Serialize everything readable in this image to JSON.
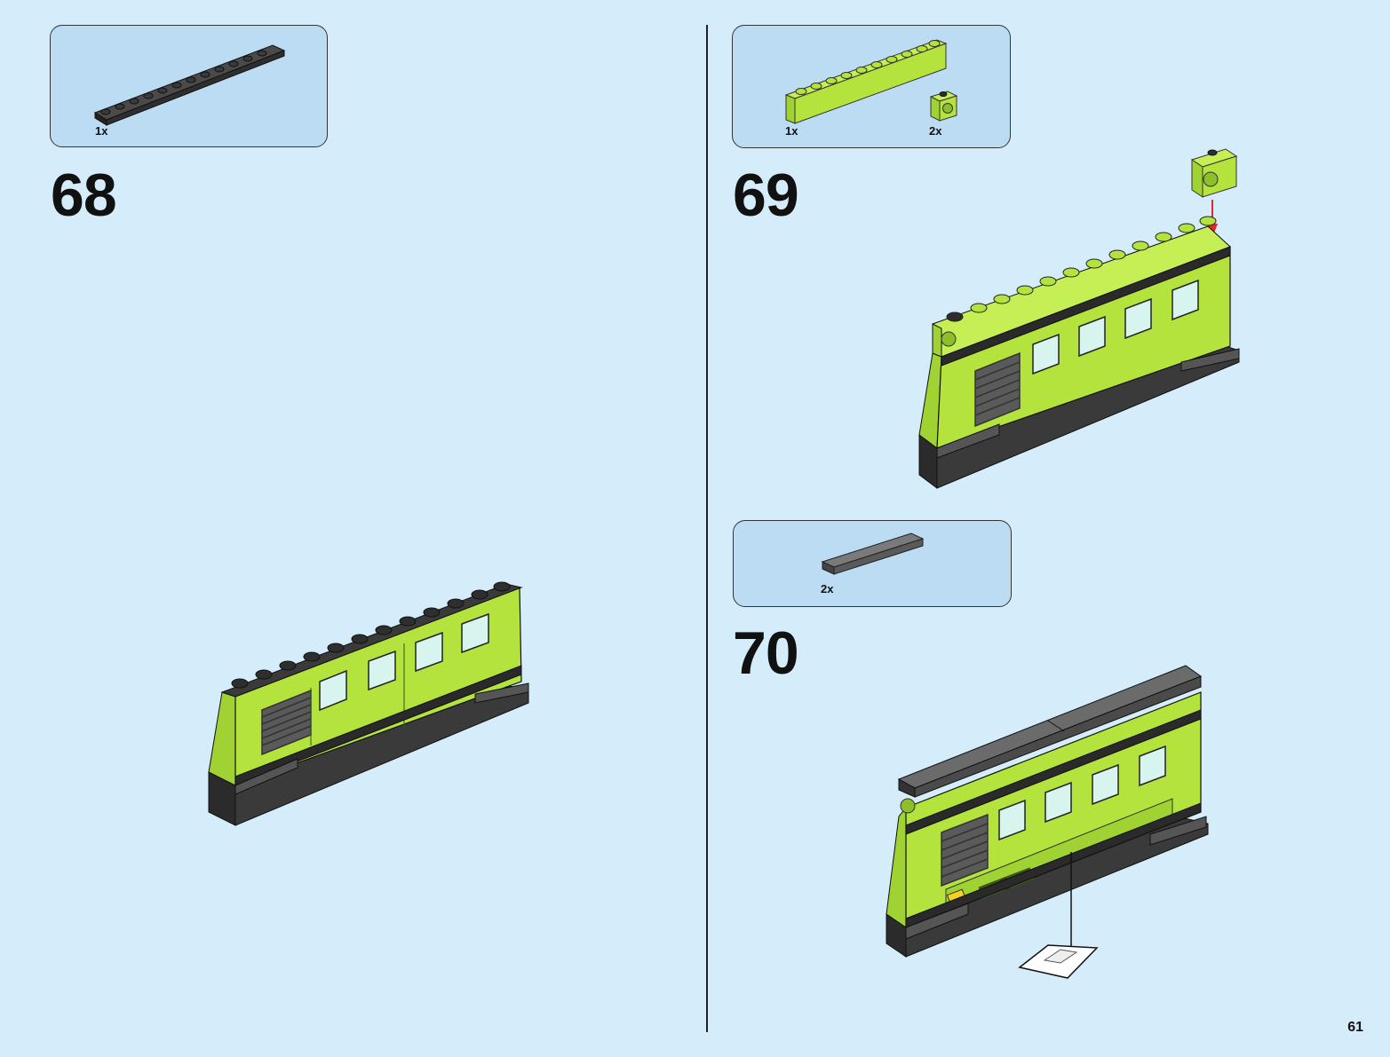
{
  "steps": [
    {
      "number": "68",
      "parts": [
        {
          "name": "dark-gray-1x12-plate",
          "qty": "1x",
          "color": "#3a3a3a"
        }
      ]
    },
    {
      "number": "69",
      "parts": [
        {
          "name": "lime-1x10-brick",
          "qty": "1x",
          "color": "#b4e33d"
        },
        {
          "name": "lime-1x1-brick-with-stud-hole",
          "qty": "2x",
          "color": "#b4e33d"
        }
      ]
    },
    {
      "number": "70",
      "parts": [
        {
          "name": "dark-gray-1x6-tile",
          "qty": "2x",
          "color": "#6b6b6b"
        }
      ]
    }
  ],
  "page_number": "61",
  "colors": {
    "background": "#d5ecfa",
    "parts_box": "#bcdcf4",
    "lime": "#b4e33d",
    "lime_dark": "#8fc22a",
    "dark_gray": "#3a3a3a",
    "window": "#d8f4ef",
    "arrow": "#e3262d"
  }
}
